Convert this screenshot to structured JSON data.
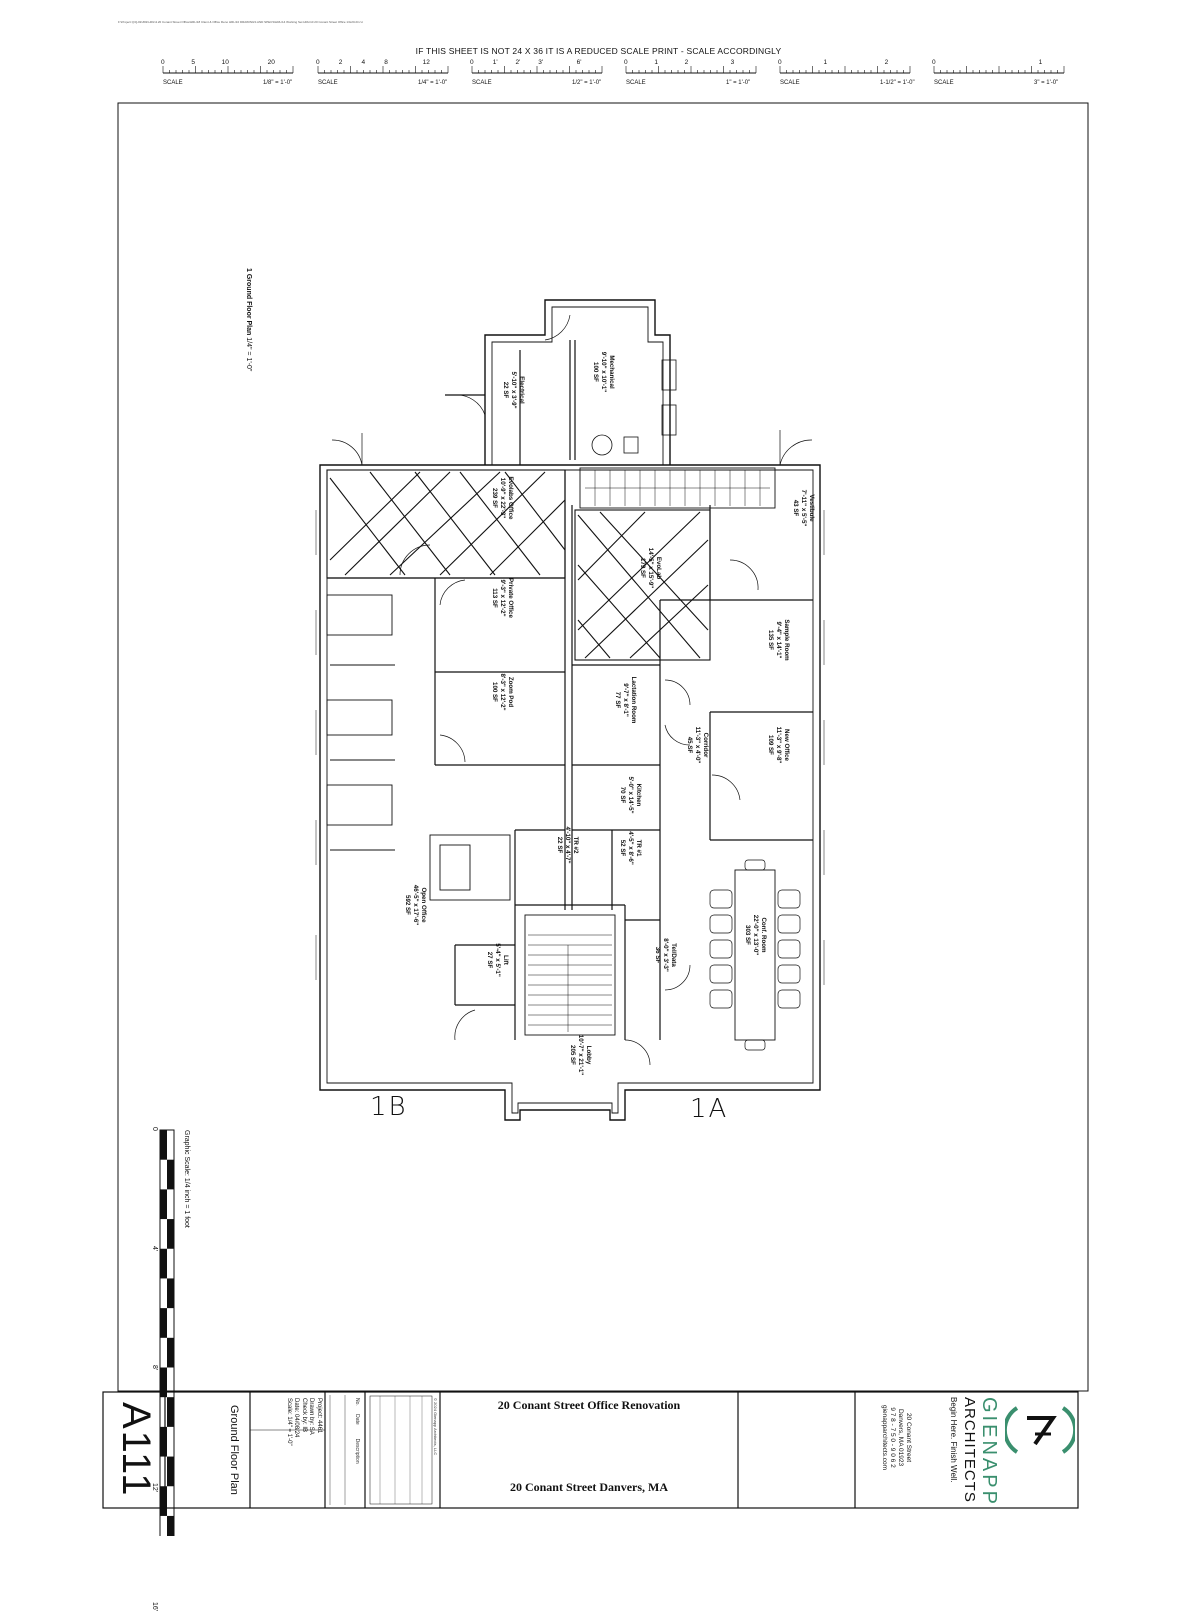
{
  "file_path": "F:\\Project Q\\Q-##-###-HRL\\3.20 Conant Street Office\\HRL\\18 Client & Office Reno HRL\\10 DRAWINGS AND SPECS\\HRL\\14 Working Set HRL\\10 20 Conant Street Office 13x20-Dr.rvt",
  "scale_note": "IF THIS SHEET IS NOT 24 X 36 IT IS A REDUCED SCALE PRINT - SCALE ACCORDINGLY",
  "scale_bars": [
    {
      "ticks": [
        "0",
        "5",
        "10",
        "20"
      ],
      "label": "SCALE",
      "ratio": "1/8\" = 1'-0\""
    },
    {
      "ticks": [
        "0",
        "2",
        "4",
        "8",
        "12"
      ],
      "label": "SCALE",
      "ratio": "1/4\" = 1'-0\""
    },
    {
      "ticks": [
        "0",
        "1'",
        "2'",
        "3'",
        "6'"
      ],
      "label": "SCALE",
      "ratio": "1/2\" = 1'-0\""
    },
    {
      "ticks": [
        "0",
        "1",
        "2",
        "3"
      ],
      "label": "SCALE",
      "ratio": "1\" = 1'-0\""
    },
    {
      "ticks": [
        "0",
        "1",
        "2"
      ],
      "label": "SCALE",
      "ratio": "1-1/2\" = 1'-0\""
    },
    {
      "ticks": [
        "0",
        "1"
      ],
      "label": "SCALE",
      "ratio": "3\" = 1'-0\""
    }
  ],
  "view_title": {
    "number": "1",
    "name": "Ground Floor Plan",
    "scale": "1/4\" = 1'-0\""
  },
  "graphic_scale": {
    "label": "Graphic Scale: 1/4 inch = 1 foot",
    "ticks": [
      "0",
      "4'",
      "8'",
      "12'",
      "16'"
    ]
  },
  "hand_labels": {
    "left": "1B",
    "right": "1A"
  },
  "rooms": [
    {
      "name": "Mechanical",
      "dims": "9'-10\" x 10'-1\"",
      "area": "100 SF"
    },
    {
      "name": "Electrical",
      "dims": "5'-10\" x 3'-9\"",
      "area": "22 SF"
    },
    {
      "name": "Evolabs Office",
      "dims": "10'-9\" x 22'-3\"",
      "area": "239 SF"
    },
    {
      "name": "EvoLab",
      "dims": "14'-5\" x 15'-9\"",
      "area": "179 SF"
    },
    {
      "name": "Vestibule",
      "dims": "7'-11\" x 5'-5\"",
      "area": "43 SF"
    },
    {
      "name": "Private Office",
      "dims": "9'-3\" x 12'-2\"",
      "area": "113 SF"
    },
    {
      "name": "Sample Room",
      "dims": "9'-4\" x 14'-1\"",
      "area": "135 SF"
    },
    {
      "name": "Zoom Pod",
      "dims": "8'-3\" x 12'-2\"",
      "area": "100 SF"
    },
    {
      "name": "Lactation Room",
      "dims": "9'-7\" x 8'-1\"",
      "area": "77 SF"
    },
    {
      "name": "Corridor",
      "dims": "11'-3\" x 4'-0\"",
      "area": "45 SF"
    },
    {
      "name": "New Office",
      "dims": "11'-3\" x 9'-8\"",
      "area": "109 SF"
    },
    {
      "name": "Kitchen",
      "dims": "5'-0\" x 14'-5\"",
      "area": "70 SF"
    },
    {
      "name": "TR #2",
      "dims": "4'-10\" x 4'-7\"",
      "area": "22 SF"
    },
    {
      "name": "TR #1",
      "dims": "4'-5\" x 8'-6\"",
      "area": "52 SF"
    },
    {
      "name": "Open Office",
      "dims": "46'-5\" x 17'-6\"",
      "area": "592 SF"
    },
    {
      "name": "Conf. Room",
      "dims": "22'-0\" x 13'-0\"",
      "area": "303 SF"
    },
    {
      "name": "Tel/Data",
      "dims": "8'-0\" x 3'-3\"",
      "area": "36 SF"
    },
    {
      "name": "Lift",
      "dims": "5'-4\" x 5'-1\"",
      "area": "27 SF"
    },
    {
      "name": "Lobby",
      "dims": "10'-7\" x 21'-1\"",
      "area": "205 SF"
    }
  ],
  "title_block": {
    "sheet_number": "A111",
    "sheet_title": "Ground Floor Plan",
    "project_label": "Project:",
    "project_value": "4461",
    "drawn_label": "Drawn by:",
    "drawn_value": "SA",
    "checked_label": "Check by:",
    "checked_value": "IB",
    "date_label": "Date:",
    "date_value": "04/08/24",
    "scale_label": "Scale:",
    "scale_value": "1/4\" = 1'-0\"",
    "rev_no": "No.",
    "rev_date": "Date",
    "rev_desc": "Description",
    "copyright": "© 2024 Gienapp Architects, LLC",
    "project_name": "20 Conant Street Office Renovation",
    "project_address": "20 Conant Street Danvers, MA",
    "firm_name": "GIENAPP",
    "firm_sub": "ARCHITECTS",
    "firm_tagline": "Begin Here. Finish Well.",
    "firm_street": "20 Conant Street",
    "firm_city": "Danvers, MA 01923",
    "firm_phone": "9 7 8 - 7 5 0 - 9 0 6 2",
    "firm_web": "gienapparchitects.com"
  },
  "colors": {
    "ink": "#111111",
    "brand": "#3a8f6e"
  }
}
